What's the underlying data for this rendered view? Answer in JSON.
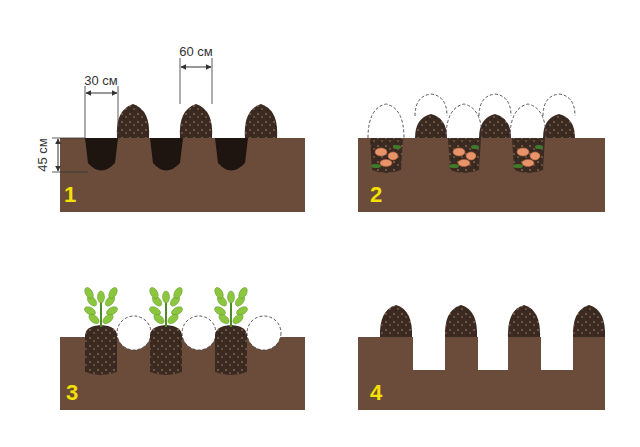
{
  "diagram": {
    "labels": [
      "30 см",
      "60 см",
      "45 см",
      "1",
      "2",
      "3",
      "4"
    ]
  }
}
